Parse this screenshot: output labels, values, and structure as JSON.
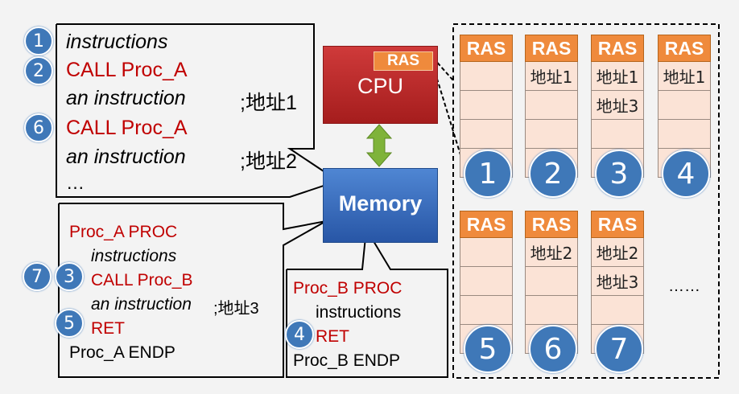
{
  "code_main": {
    "line1": "instructions",
    "line2": "CALL  Proc_A",
    "line3": "an instruction",
    "line3_addr": ";地址1",
    "line4": "CALL  Proc_A",
    "line5": "an instruction",
    "line5_addr": ";地址2",
    "line6": "…"
  },
  "proc_a": {
    "line1": "Proc_A  PROC",
    "line2": "instructions",
    "line3": "CALL  Proc_B",
    "line4": "an instruction",
    "line4_addr": ";地址3",
    "line5": "RET",
    "line6": "Proc_A ENDP"
  },
  "proc_b": {
    "line1": "Proc_B  PROC",
    "line2": "instructions",
    "line3": "RET",
    "line4": "Proc_B ENDP"
  },
  "cpu": {
    "label": "CPU",
    "ras_label": "RAS"
  },
  "memory": {
    "label": "Memory"
  },
  "steps": [
    "1",
    "2",
    "3",
    "4",
    "5",
    "6",
    "7"
  ],
  "stacks_top": [
    {
      "header": "RAS",
      "cells": [
        "",
        "",
        "",
        ""
      ],
      "step": "1"
    },
    {
      "header": "RAS",
      "cells": [
        "地址1",
        "",
        "",
        ""
      ],
      "step": "2"
    },
    {
      "header": "RAS",
      "cells": [
        "地址1",
        "地址3",
        "",
        ""
      ],
      "step": "3"
    },
    {
      "header": "RAS",
      "cells": [
        "地址1",
        "",
        "",
        ""
      ],
      "step": "4"
    }
  ],
  "stacks_bottom": [
    {
      "header": "RAS",
      "cells": [
        "",
        "",
        "",
        ""
      ],
      "step": "5"
    },
    {
      "header": "RAS",
      "cells": [
        "地址2",
        "",
        "",
        ""
      ],
      "step": "6"
    },
    {
      "header": "RAS",
      "cells": [
        "地址2",
        "地址3",
        "",
        ""
      ],
      "step": "7"
    }
  ],
  "ellipsis": "……"
}
